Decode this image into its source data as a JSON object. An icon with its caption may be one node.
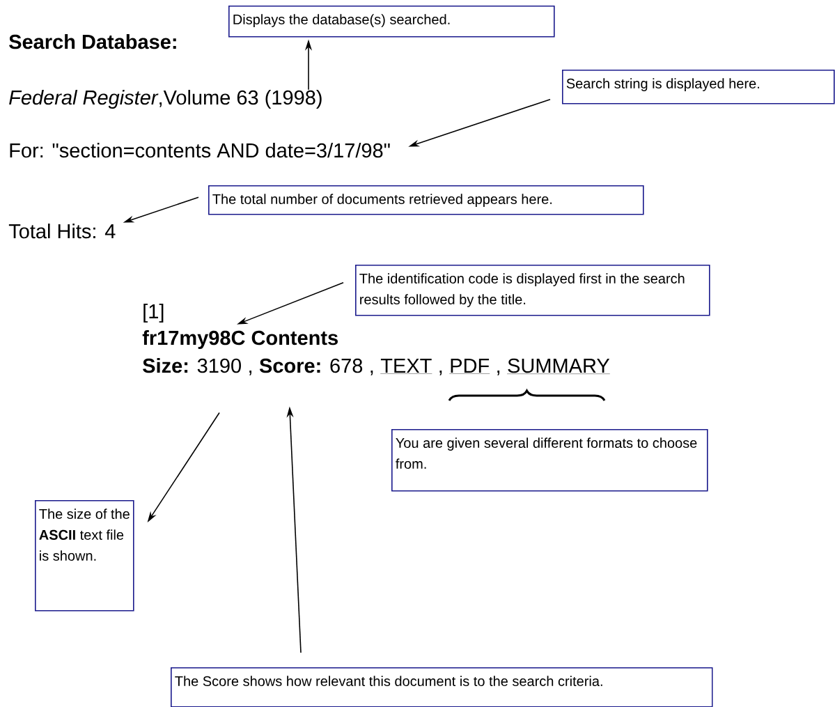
{
  "diagram": {
    "nodes": [
      {
        "text": [
          "Displays the database(s) searched."
        ]
      },
      {
        "text": [
          "Search Database:"
        ]
      },
      {
        "text": [
          "*Federal Register*,Volume 63 (1998)"
        ]
      },
      {
        "text": [
          "Search string is displayed here."
        ]
      },
      {
        "text": [
          "For: \"section=contents AND date=3/17/98\""
        ]
      },
      {
        "text": [
          "The total number of documents retrieved appears here."
        ]
      },
      {
        "text": [
          "Total Hits: 4"
        ]
      },
      {
        "text": [
          "The identification code is displayed first in the search results followed by the title."
        ]
      },
      {
        "text": [
          "[1]"
        ]
      },
      {
        "text": [
          "fr17my98C Contents"
        ]
      },
      {
        "text": [
          "**Size:** 3190"
        ]
      },
      {
        "text": [
          "**Score:** 678"
        ]
      },
      {
        "text": [
          "The size of the **ASCII** text file is shown."
        ]
      },
      {
        "text": [
          "You are given several different formats to choose from."
        ]
      },
      {
        "text": [
          "The Score shows how relevant this document is to the search criteria."
        ]
      }
    ],
    "edges": [
      {
        "from": 2,
        "to": 0,
        "arrow": "to"
      },
      {
        "from": 3,
        "to": 4,
        "arrow": "to"
      },
      {
        "from": 5,
        "to": 6,
        "arrow": "to"
      },
      {
        "from": 7,
        "to": 9,
        "arrow": "to"
      },
      {
        "from": 10,
        "to": 12,
        "arrow": "to"
      },
      {
        "from": 14,
        "to": 11,
        "arrow": "to"
      }
    ],
    "labels": [
      ",",
      ",",
      "TEXT",
      ",",
      "PDF",
      ",",
      "SUMMARY"
    ]
  }
}
